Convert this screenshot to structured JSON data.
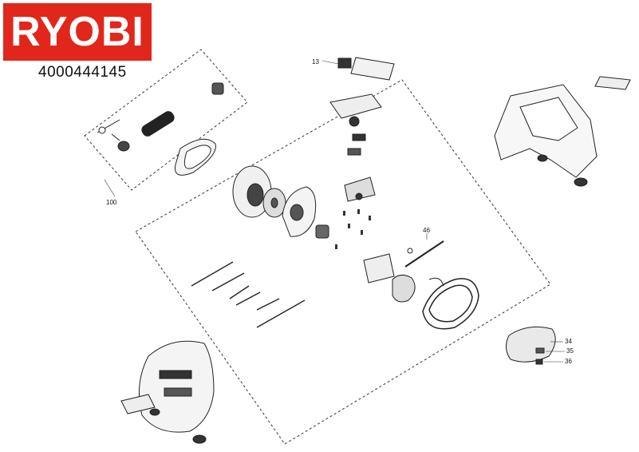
{
  "brand": {
    "logo_text": "RYOBI",
    "brand_color": "#e1261c"
  },
  "part_number": "4000444145",
  "callouts": {
    "c13": "13",
    "c100": "100",
    "c46": "46",
    "c34": "34",
    "c35": "35",
    "c36": "36"
  }
}
